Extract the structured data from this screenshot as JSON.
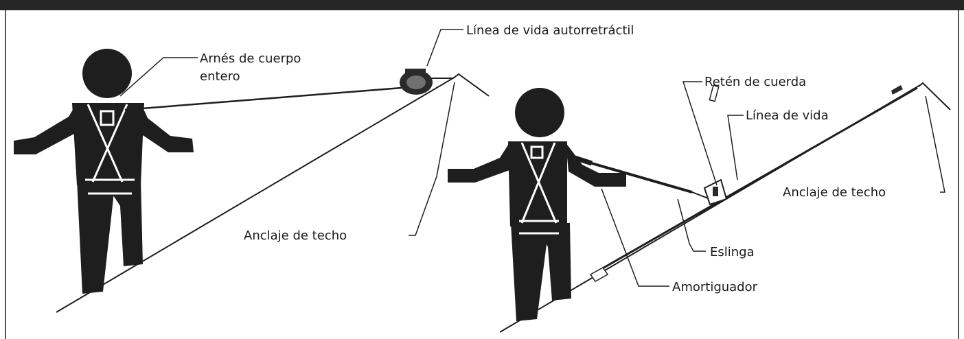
{
  "colors": {
    "topbar": "#262626",
    "ink": "#1e1e1e",
    "background": "#ffffff"
  },
  "left_scene": {
    "labels": {
      "harness": [
        "Arnés de cuerpo",
        "entero"
      ],
      "self_retracting_lifeline": "Línea de vida autorretráctil",
      "roof_anchor": "Anclaje de techo"
    }
  },
  "right_scene": {
    "labels": {
      "rope_grab": "Retén de cuerda",
      "lifeline": "Línea de vida",
      "roof_anchor": "Anclaje de techo",
      "lanyard": "Eslinga",
      "shock_absorber": "Amortiguador"
    }
  }
}
